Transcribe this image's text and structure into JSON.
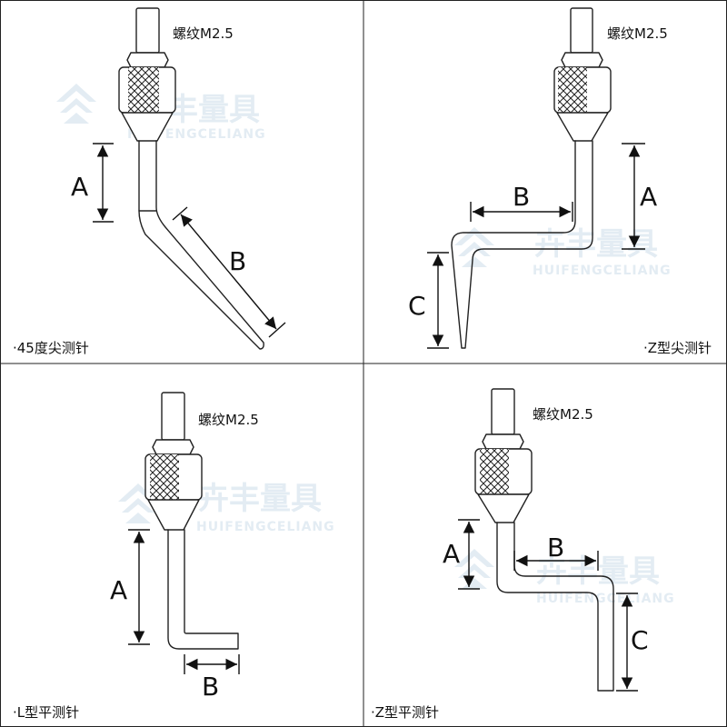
{
  "watermark": {
    "brand_cn": "卉丰量具",
    "brand_en": "HUIFENGCELIANG"
  },
  "panels": [
    {
      "name": "45度尖测针",
      "caption": "·45度尖测针",
      "thread_label": "螺纹M2.5",
      "dims": [
        "A",
        "B"
      ]
    },
    {
      "name": "Z型尖测针",
      "caption": "·Z型尖测针",
      "thread_label": "螺纹M2.5",
      "dims": [
        "A",
        "B",
        "C"
      ]
    },
    {
      "name": "L型平测针",
      "caption": "·L型平测针",
      "thread_label": "螺纹M2.5",
      "dims": [
        "A",
        "B"
      ]
    },
    {
      "name": "Z型平测针",
      "caption": "·Z型平测针",
      "thread_label": "螺纹M2.5",
      "dims": [
        "A",
        "B",
        "C"
      ]
    }
  ]
}
